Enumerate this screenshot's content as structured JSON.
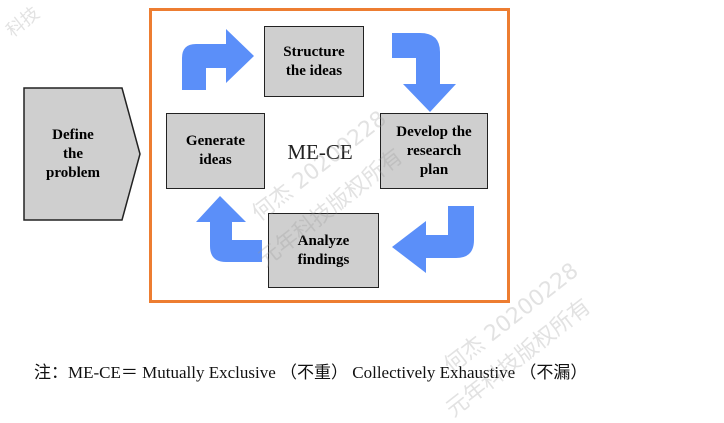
{
  "diagram": {
    "define_box": "Define\nthe\nproblem",
    "center_label": "ME-CE",
    "steps": [
      {
        "id": "structure",
        "label": "Structure\nthe ideas"
      },
      {
        "id": "develop",
        "label": "Develop the\nresearch\nplan"
      },
      {
        "id": "analyze",
        "label": "Analyze\nfindings"
      },
      {
        "id": "generate",
        "label": "Generate\nideas"
      }
    ]
  },
  "note": {
    "prefix": "注：ME-CE＝",
    "term1": "Mutually Exclusive",
    "cn1": "（不重）",
    "term2": "Collectively Exhaustive",
    "cn2": "（不漏）"
  },
  "watermark": {
    "line1": "何杰 20200228",
    "line2": "元年科技版权所有",
    "top_left": "科技"
  },
  "colors": {
    "frame": "#ed7d31",
    "arrow": "#5b8ff9",
    "box_fill": "#cfcfcf",
    "box_border": "#222222"
  }
}
